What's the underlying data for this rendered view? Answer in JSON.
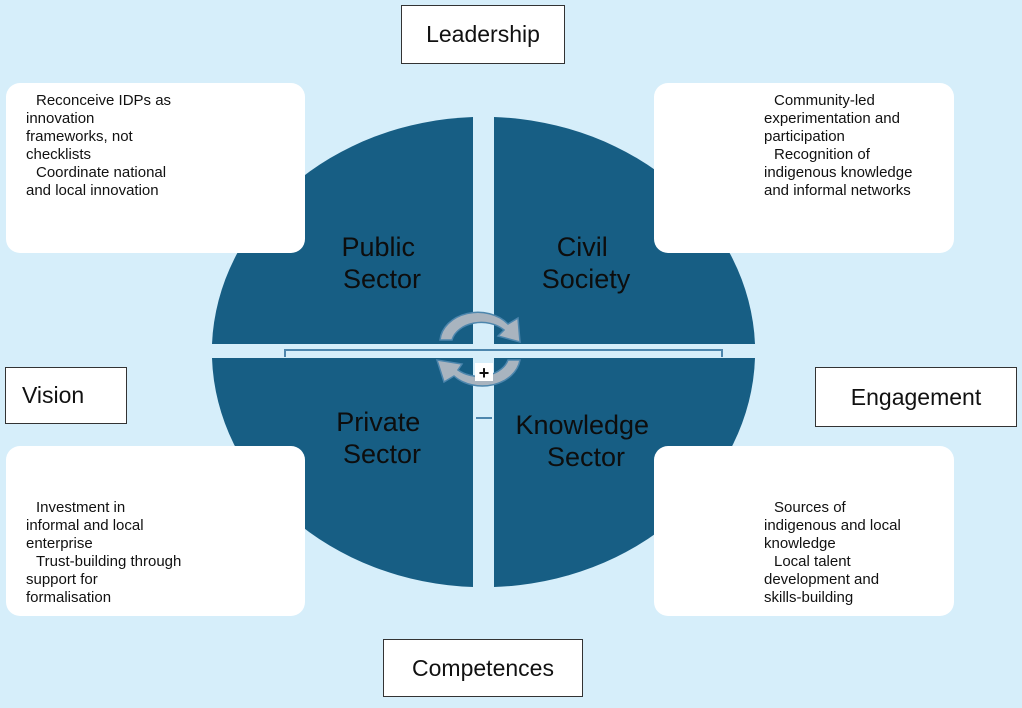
{
  "labels": {
    "leadership": "Leadership",
    "vision": "Vision",
    "engagement": "Engagement",
    "competences": "Competences"
  },
  "quadrants": {
    "public": [
      "Public",
      "Sector"
    ],
    "civil": [
      "Civil",
      "Society"
    ],
    "private": [
      "Private",
      "Sector"
    ],
    "knowledge": [
      "Knowledge",
      "Sector"
    ]
  },
  "notes": {
    "top_left": [
      [
        "Reconceive IDPs as",
        "innovation",
        "frameworks, not",
        "checklists"
      ],
      [
        "Coordinate national",
        "and local innovation"
      ]
    ],
    "top_right": [
      [
        "Community-led",
        "experimentation and",
        "participation"
      ],
      [
        "Recognition of",
        "indigenous knowledge",
        "and informal networks"
      ]
    ],
    "bottom_left": [
      [
        "Investment in",
        "informal and local",
        "enterprise"
      ],
      [
        "Trust-building through",
        "support for",
        "formalisation"
      ]
    ],
    "bottom_right": [
      [
        "Sources of",
        "indigenous and local",
        "knowledge"
      ],
      [
        "Local talent",
        "development and",
        "skills-building"
      ]
    ]
  },
  "center_symbol": "+",
  "colors": {
    "background": "#d6eefa",
    "quadrant_fill": "#175e84",
    "quadrant_gap": "#ffffff",
    "arrow_fill": "#a9b4bf"
  }
}
